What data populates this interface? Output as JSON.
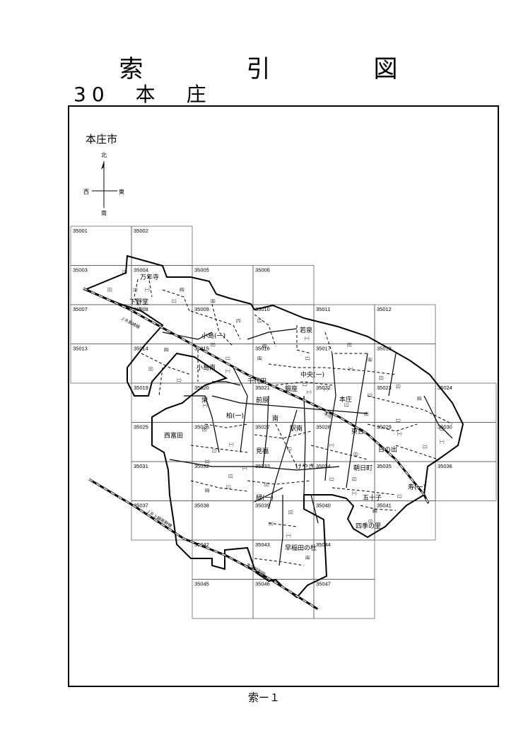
{
  "title": "索　引　図",
  "subtitle": "30　本　庄",
  "city_label": "本庄市",
  "footer": "索ー１",
  "compass": {
    "north": "北",
    "south": "南",
    "west": "西",
    "east": "東"
  },
  "grid_cells": [
    {
      "id": "35001",
      "col": 0,
      "row": 0
    },
    {
      "id": "35002",
      "col": 1,
      "row": 0
    },
    {
      "id": "35003",
      "col": 0,
      "row": 1
    },
    {
      "id": "35004",
      "col": 1,
      "row": 1
    },
    {
      "id": "35005",
      "col": 2,
      "row": 1
    },
    {
      "id": "35006",
      "col": 3,
      "row": 1
    },
    {
      "id": "35007",
      "col": 0,
      "row": 2
    },
    {
      "id": "35008",
      "col": 1,
      "row": 2
    },
    {
      "id": "35009",
      "col": 2,
      "row": 2
    },
    {
      "id": "35010",
      "col": 3,
      "row": 2
    },
    {
      "id": "35011",
      "col": 4,
      "row": 2
    },
    {
      "id": "35012",
      "col": 5,
      "row": 2
    },
    {
      "id": "35013",
      "col": 0,
      "row": 3
    },
    {
      "id": "35014",
      "col": 1,
      "row": 3
    },
    {
      "id": "35015",
      "col": 2,
      "row": 3
    },
    {
      "id": "35016",
      "col": 3,
      "row": 3
    },
    {
      "id": "35017",
      "col": 4,
      "row": 3
    },
    {
      "id": "35018",
      "col": 5,
      "row": 3
    },
    {
      "id": "35019",
      "col": 1,
      "row": 4
    },
    {
      "id": "35020",
      "col": 2,
      "row": 4
    },
    {
      "id": "35021",
      "col": 3,
      "row": 4
    },
    {
      "id": "35022",
      "col": 4,
      "row": 4
    },
    {
      "id": "35023",
      "col": 5,
      "row": 4
    },
    {
      "id": "35024",
      "col": 6,
      "row": 4
    },
    {
      "id": "35025",
      "col": 1,
      "row": 5
    },
    {
      "id": "35026",
      "col": 2,
      "row": 5
    },
    {
      "id": "35027",
      "col": 3,
      "row": 5
    },
    {
      "id": "35028",
      "col": 4,
      "row": 5
    },
    {
      "id": "35029",
      "col": 5,
      "row": 5
    },
    {
      "id": "35030",
      "col": 6,
      "row": 5
    },
    {
      "id": "35031",
      "col": 1,
      "row": 6
    },
    {
      "id": "35032",
      "col": 2,
      "row": 6
    },
    {
      "id": "35033",
      "col": 3,
      "row": 6
    },
    {
      "id": "35034",
      "col": 4,
      "row": 6
    },
    {
      "id": "35035",
      "col": 5,
      "row": 6
    },
    {
      "id": "35036",
      "col": 6,
      "row": 6
    },
    {
      "id": "35037",
      "col": 1,
      "row": 7
    },
    {
      "id": "35038",
      "col": 2,
      "row": 7
    },
    {
      "id": "35039",
      "col": 3,
      "row": 7
    },
    {
      "id": "35040",
      "col": 4,
      "row": 7
    },
    {
      "id": "35041",
      "col": 5,
      "row": 7
    },
    {
      "id": "35042",
      "col": 2,
      "row": 8
    },
    {
      "id": "35043",
      "col": 3,
      "row": 8
    },
    {
      "id": "35044",
      "col": 4,
      "row": 8
    },
    {
      "id": "35045",
      "col": 2,
      "row": 9
    },
    {
      "id": "35046",
      "col": 3,
      "row": 9
    },
    {
      "id": "35047",
      "col": 4,
      "row": 9
    }
  ],
  "area_names": [
    {
      "text": "万年寺"
    },
    {
      "text": "下野堂"
    },
    {
      "text": "小島(一)"
    },
    {
      "text": "若泉"
    },
    {
      "text": "小島南"
    },
    {
      "text": "千代田"
    },
    {
      "text": "中央(一)"
    },
    {
      "text": "銀座"
    },
    {
      "text": "前原"
    },
    {
      "text": "本庄"
    },
    {
      "text": "栄"
    },
    {
      "text": "柏(一)"
    },
    {
      "text": "南"
    },
    {
      "text": "駅南"
    },
    {
      "text": "東台"
    },
    {
      "text": "西富田"
    },
    {
      "text": "見福"
    },
    {
      "text": "日の出"
    },
    {
      "text": "けやき"
    },
    {
      "text": "朝日町"
    },
    {
      "text": "緑(一)"
    },
    {
      "text": "寿(一)"
    },
    {
      "text": "五十子"
    },
    {
      "text": "四季の里"
    },
    {
      "text": "早稲田の杜"
    }
  ],
  "sub_labels": [
    {
      "text": "㈢"
    },
    {
      "text": "㈡"
    },
    {
      "text": "㈠"
    },
    {
      "text": "㈢"
    },
    {
      "text": "㈣"
    },
    {
      "text": "㈤"
    },
    {
      "text": "㈡"
    },
    {
      "text": "㈥"
    },
    {
      "text": "㈡"
    },
    {
      "text": "㈠"
    },
    {
      "text": "㈢"
    },
    {
      "text": "㈣"
    },
    {
      "text": "㈡"
    },
    {
      "text": "㈢"
    },
    {
      "text": "㈡"
    },
    {
      "text": "㈠"
    },
    {
      "text": "㈤"
    },
    {
      "text": "㈣"
    },
    {
      "text": "㈡"
    },
    {
      "text": "㈢"
    },
    {
      "text": "㈤"
    },
    {
      "text": "㈠"
    },
    {
      "text": "㈢"
    },
    {
      "text": "㈡"
    },
    {
      "text": "㈠"
    },
    {
      "text": "㈡"
    },
    {
      "text": "㈠"
    },
    {
      "text": "㈡"
    },
    {
      "text": "㈢"
    },
    {
      "text": "㈣"
    },
    {
      "text": "㈢"
    },
    {
      "text": "㈡"
    },
    {
      "text": "㈠"
    },
    {
      "text": "㈡"
    },
    {
      "text": "㈠"
    },
    {
      "text": "㈡"
    },
    {
      "text": "㈠"
    },
    {
      "text": "㈢"
    },
    {
      "text": "㈡"
    },
    {
      "text": "㈠"
    },
    {
      "text": "㈡"
    },
    {
      "text": "㈢"
    },
    {
      "text": "㈠"
    },
    {
      "text": "㈡"
    },
    {
      "text": "㈣"
    },
    {
      "text": "㈢"
    },
    {
      "text": "㈡"
    },
    {
      "text": "㈠"
    },
    {
      "text": "㈢"
    },
    {
      "text": "㈡"
    },
    {
      "text": "㈢"
    },
    {
      "text": "㈠"
    },
    {
      "text": "㈡"
    },
    {
      "text": "㈢"
    },
    {
      "text": "㈡"
    },
    {
      "text": "㈠"
    },
    {
      "text": "㈤"
    },
    {
      "text": "㈣"
    },
    {
      "text": "㈢"
    }
  ],
  "rail_labels": [
    {
      "text": "ＪＲ高崎線"
    },
    {
      "text": "ＪＲ上越新幹線"
    },
    {
      "text": "本庄"
    },
    {
      "text": "本庄早稲田"
    }
  ]
}
